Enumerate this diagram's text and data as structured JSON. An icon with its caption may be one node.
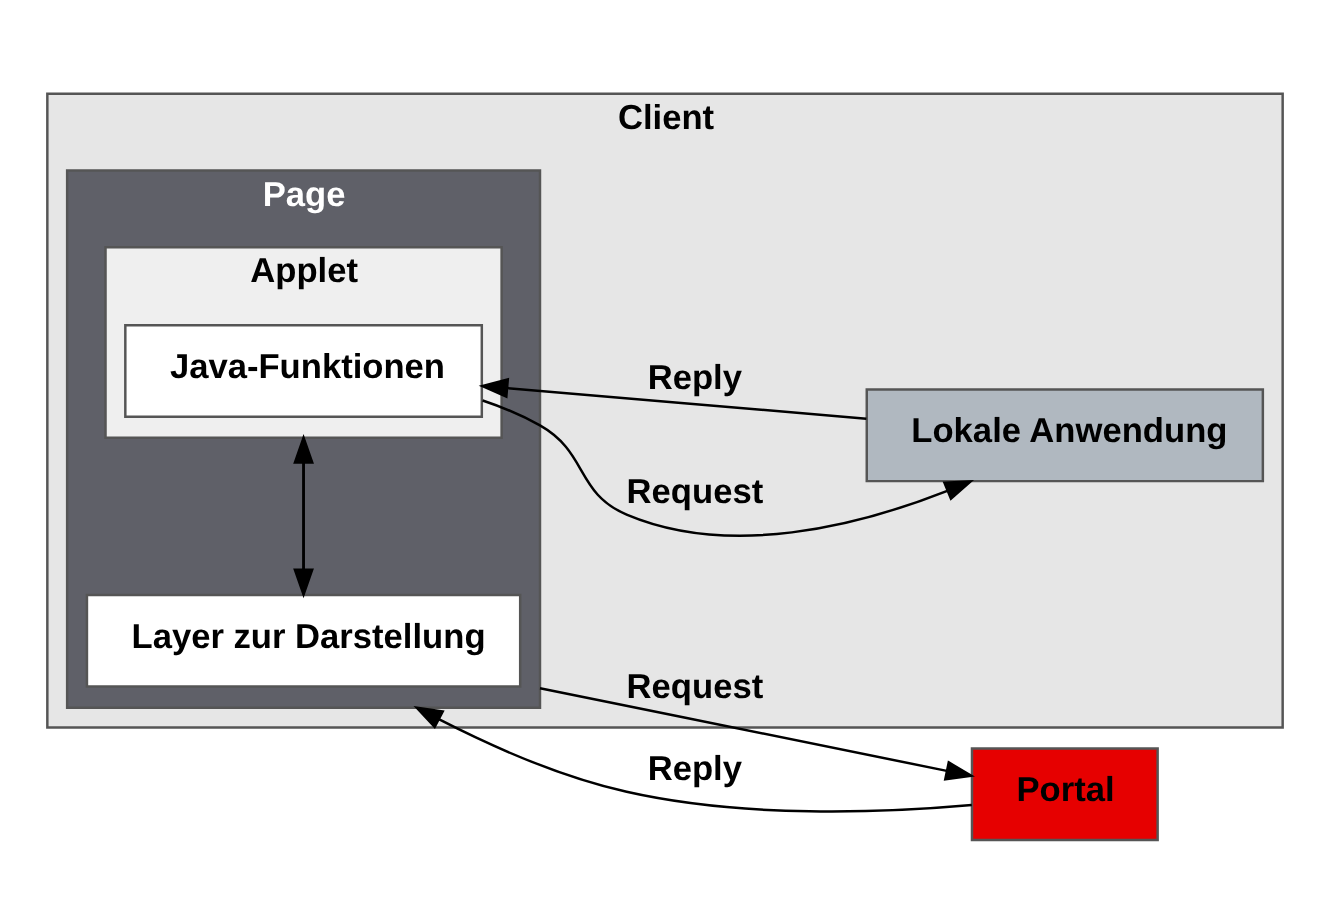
{
  "diagram": {
    "nodes": [
      {
        "text": [
          "Client"
        ]
      },
      {
        "text": [
          "Page"
        ],
        "in": 0
      },
      {
        "text": [
          "Applet"
        ],
        "in": 1
      },
      {
        "text": [
          "Java-Funktionen"
        ],
        "in": 2
      },
      {
        "text": [
          "Layer zur Darstellung"
        ],
        "in": 1
      },
      {
        "text": [
          "Portal"
        ]
      },
      {
        "text": [
          "Lokale Anwendung"
        ],
        "in": 0
      }
    ],
    "edges": [
      {
        "from": 1,
        "to": 5,
        "arrow": "to",
        "label": "Request"
      },
      {
        "from": 5,
        "to": 1,
        "arrow": "to",
        "label": "Reply"
      },
      {
        "from": 3,
        "to": 6,
        "arrow": "to",
        "label": "Request"
      },
      {
        "from": 6,
        "to": 3,
        "arrow": "to",
        "label": "Reply"
      },
      {
        "from": 2,
        "to": 4,
        "arrow": "to"
      },
      {
        "from": 4,
        "to": 2,
        "arrow": "to"
      }
    ]
  }
}
